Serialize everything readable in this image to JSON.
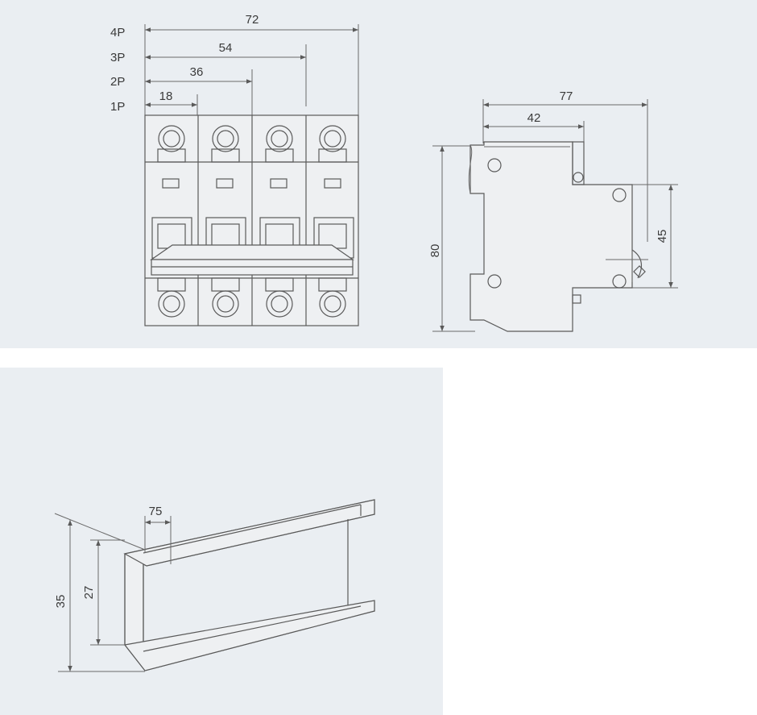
{
  "front_view": {
    "pole_labels": [
      "4P",
      "3P",
      "2P",
      "1P"
    ],
    "widths": [
      "72",
      "54",
      "36",
      "18"
    ]
  },
  "side_view": {
    "depth_total": "77",
    "depth_front": "42",
    "height": "80",
    "front_height": "45"
  },
  "din_rail": {
    "flange_width": "75",
    "height_total": "35",
    "height_inner": "27"
  },
  "colors": {
    "panel_background": "#eaeef2",
    "line_color": "#5a5a5a"
  }
}
